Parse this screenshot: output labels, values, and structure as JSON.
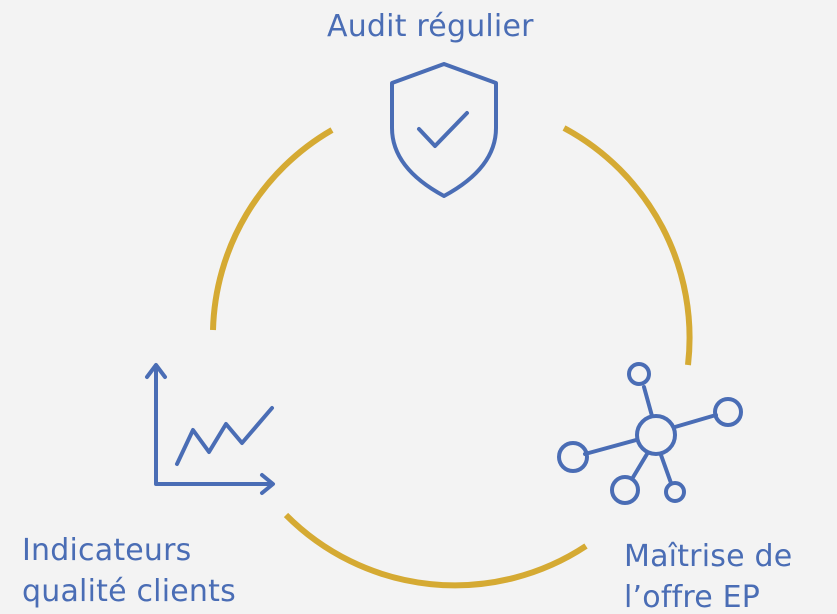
{
  "colors": {
    "background": "#f3f3f3",
    "accent_blue": "#4a6db5",
    "cycle_gold": "#d5aa33"
  },
  "nodes": {
    "top": {
      "label": "Audit régulier",
      "icon": "shield-check-icon"
    },
    "left": {
      "line1": "Indicateurs",
      "line2": "qualité clients",
      "icon": "line-chart-icon"
    },
    "right": {
      "line1": "Maîtrise de",
      "line2": "l’offre EP",
      "icon": "network-hub-icon"
    }
  }
}
